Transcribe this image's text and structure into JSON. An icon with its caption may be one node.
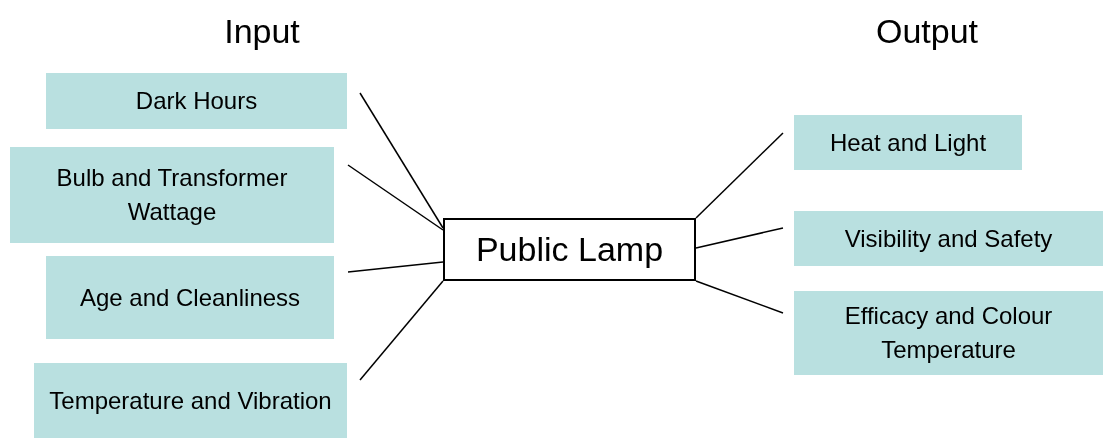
{
  "diagram": {
    "nodes": [
      {
        "text": [
          "Dark Hours"
        ]
      },
      {
        "text": [
          "Bulb and Transformer Wattage"
        ]
      },
      {
        "text": [
          "Age and Cleanliness"
        ]
      },
      {
        "text": [
          "Temperature and Vibration"
        ]
      },
      {
        "text": [
          "Public Lamp"
        ]
      },
      {
        "text": [
          "Heat and Light"
        ]
      },
      {
        "text": [
          "Visibility and Safety"
        ]
      },
      {
        "text": [
          "Efficacy and Colour Temperature"
        ]
      }
    ],
    "edges": [
      {
        "from": 0,
        "to": 4,
        "arrow": "none"
      },
      {
        "from": 1,
        "to": 4,
        "arrow": "none"
      },
      {
        "from": 2,
        "to": 4,
        "arrow": "none"
      },
      {
        "from": 3,
        "to": 4,
        "arrow": "none"
      },
      {
        "from": 4,
        "to": 5,
        "arrow": "none"
      },
      {
        "from": 4,
        "to": 6,
        "arrow": "none"
      },
      {
        "from": 4,
        "to": 7,
        "arrow": "none"
      }
    ],
    "labels": [
      "Input",
      "Output"
    ]
  }
}
